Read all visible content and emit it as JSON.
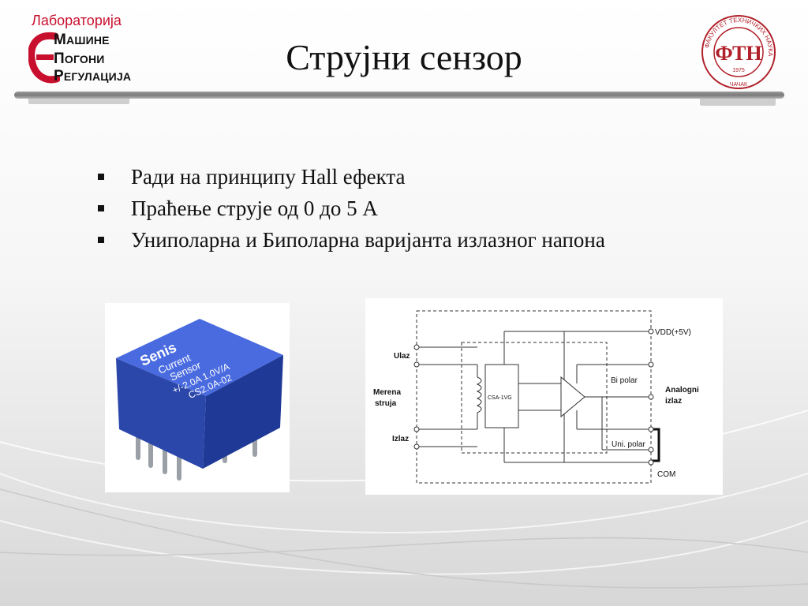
{
  "header": {
    "lab_title": "Лабораторија",
    "lab_lines": [
      {
        "initial": "М",
        "rest": "АШИНЕ"
      },
      {
        "initial": "П",
        "rest": "ОГОНИ"
      },
      {
        "initial": "Р",
        "rest": "ЕГУЛАЦИЈА"
      }
    ],
    "faculty_seal": {
      "ring_text": "ФАКУЛТЕТ ТЕХНИЧКИХ НАУКА",
      "monogram": "ФТН",
      "year": "1975",
      "city": "ЧАЧАК"
    }
  },
  "slide": {
    "title": "Струјни сензор",
    "bullets": [
      "Ради на принципу Hall ефекта",
      "Праћење струје од 0 до 5 А",
      "Униполарна и Биполарна варијанта излазног напона"
    ]
  },
  "sensor_photo": {
    "brand": "Senis",
    "line1": "Current",
    "line2": "Sensor",
    "line3": "+/-2.0A 1.0V/A",
    "line4": "CS2.0A-02"
  },
  "schematic": {
    "ulaz": "Ulaz",
    "merena_1": "Merena",
    "merena_2": "struja",
    "izlaz": "Izlaz",
    "chip": "CSA-1VG",
    "vdd": "VDD(+5V)",
    "bi_polar": "Bi polar",
    "uni_polar": "Uni. polar",
    "com": "COM",
    "analogni_1": "Analogni",
    "analogni_2": "izlaz"
  },
  "colors": {
    "accent_red": "#c8102e",
    "sensor_blue": "#2f4fb8",
    "seal_red": "#b0202a"
  }
}
